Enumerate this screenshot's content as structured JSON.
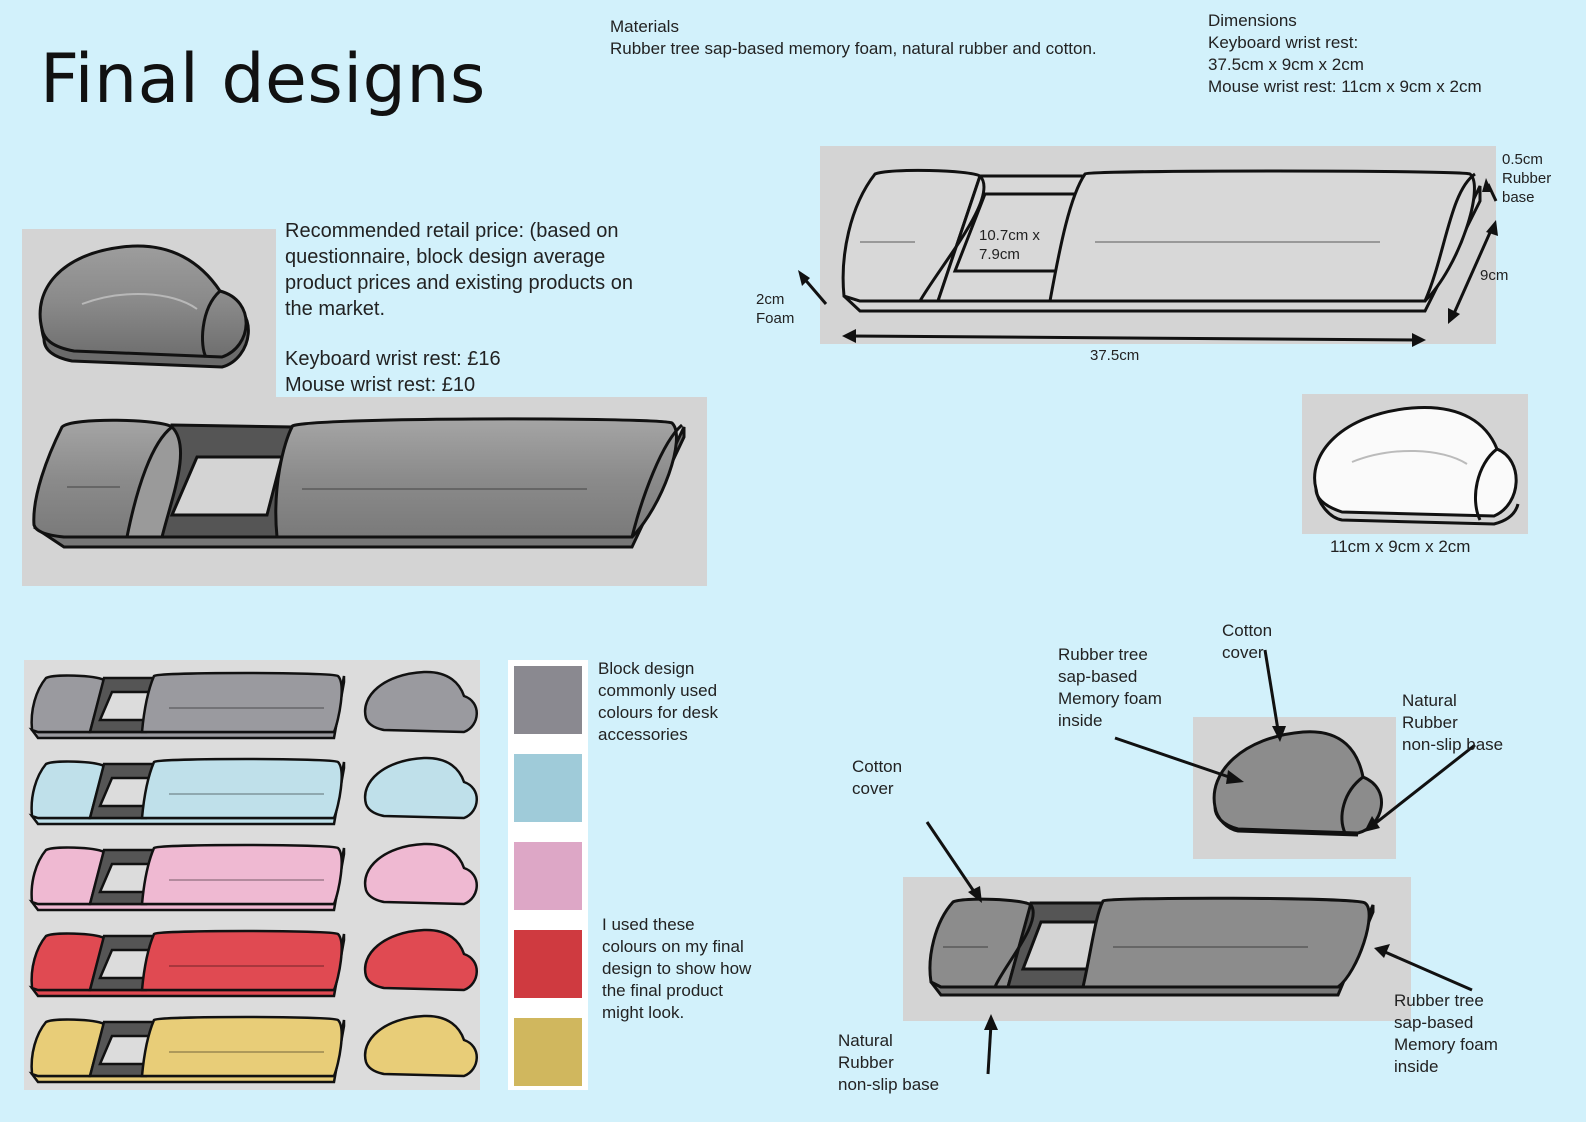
{
  "title": "Final designs",
  "materials": {
    "heading": "Materials",
    "body": "Rubber tree sap-based memory foam, natural rubber and cotton."
  },
  "dimensions": {
    "heading": "Dimensions",
    "line1": "Keyboard wrist rest:",
    "line2": "37.5cm x 9cm x 2cm",
    "line3": "Mouse wrist rest: 11cm x 9cm x 2cm"
  },
  "pricing": {
    "intro": "Recommended retail price: (based on questionnaire, block design average product prices and existing products on the market.",
    "keyboard": "Keyboard wrist rest: £16",
    "mouse": "Mouse wrist rest: £10"
  },
  "dimension_labels": {
    "rubber_base": "0.5cm\nRubber\nbase",
    "opening": "10.7cm x\n7.9cm",
    "depth": "9cm",
    "foam": "2cm\nFoam",
    "length": "37.5cm",
    "mouse_size": "11cm x 9cm x 2cm"
  },
  "colours": {
    "note1": "Block design commonly used colours for desk accessories",
    "note2": "I used these colours on my final design to show how the final product might look.",
    "swatches": [
      "#8a8990",
      "#9fcbd9",
      "#dda7c6",
      "#cf3a40",
      "#d0b75e"
    ],
    "fills": [
      "#9a9a9f",
      "#bfe0ea",
      "#efb9d2",
      "#e04a52",
      "#e8cd78"
    ]
  },
  "annotations": {
    "cotton_cover_mouse": "Cotton\ncover",
    "memory_foam_mouse": "Rubber tree\nsap-based\nMemory foam\ninside",
    "rubber_base_mouse": "Natural\nRubber\nnon-slip base",
    "cotton_cover_kb": "Cotton\ncover",
    "rubber_base_kb": "Natural\nRubber\nnon-slip base",
    "memory_foam_kb": "Rubber tree\nsap-based\nMemory foam\ninside"
  }
}
